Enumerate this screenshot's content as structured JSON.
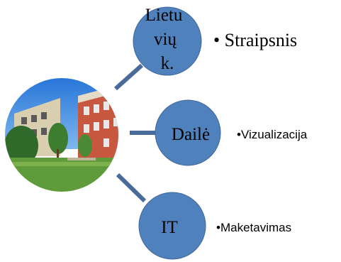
{
  "nodes": [
    {
      "lines": [
        "Lietu",
        "vių",
        "k."
      ],
      "bullet": "• Straipsnis"
    },
    {
      "lines": [
        "Dailė"
      ],
      "bullet": "•Vizualizacija"
    },
    {
      "lines": [
        "IT"
      ],
      "bullet": "•Maketavimas"
    }
  ],
  "colors": {
    "node_fill": "#4f81bd",
    "node_stroke": "#41689a",
    "connector": "#4a6a9a"
  }
}
